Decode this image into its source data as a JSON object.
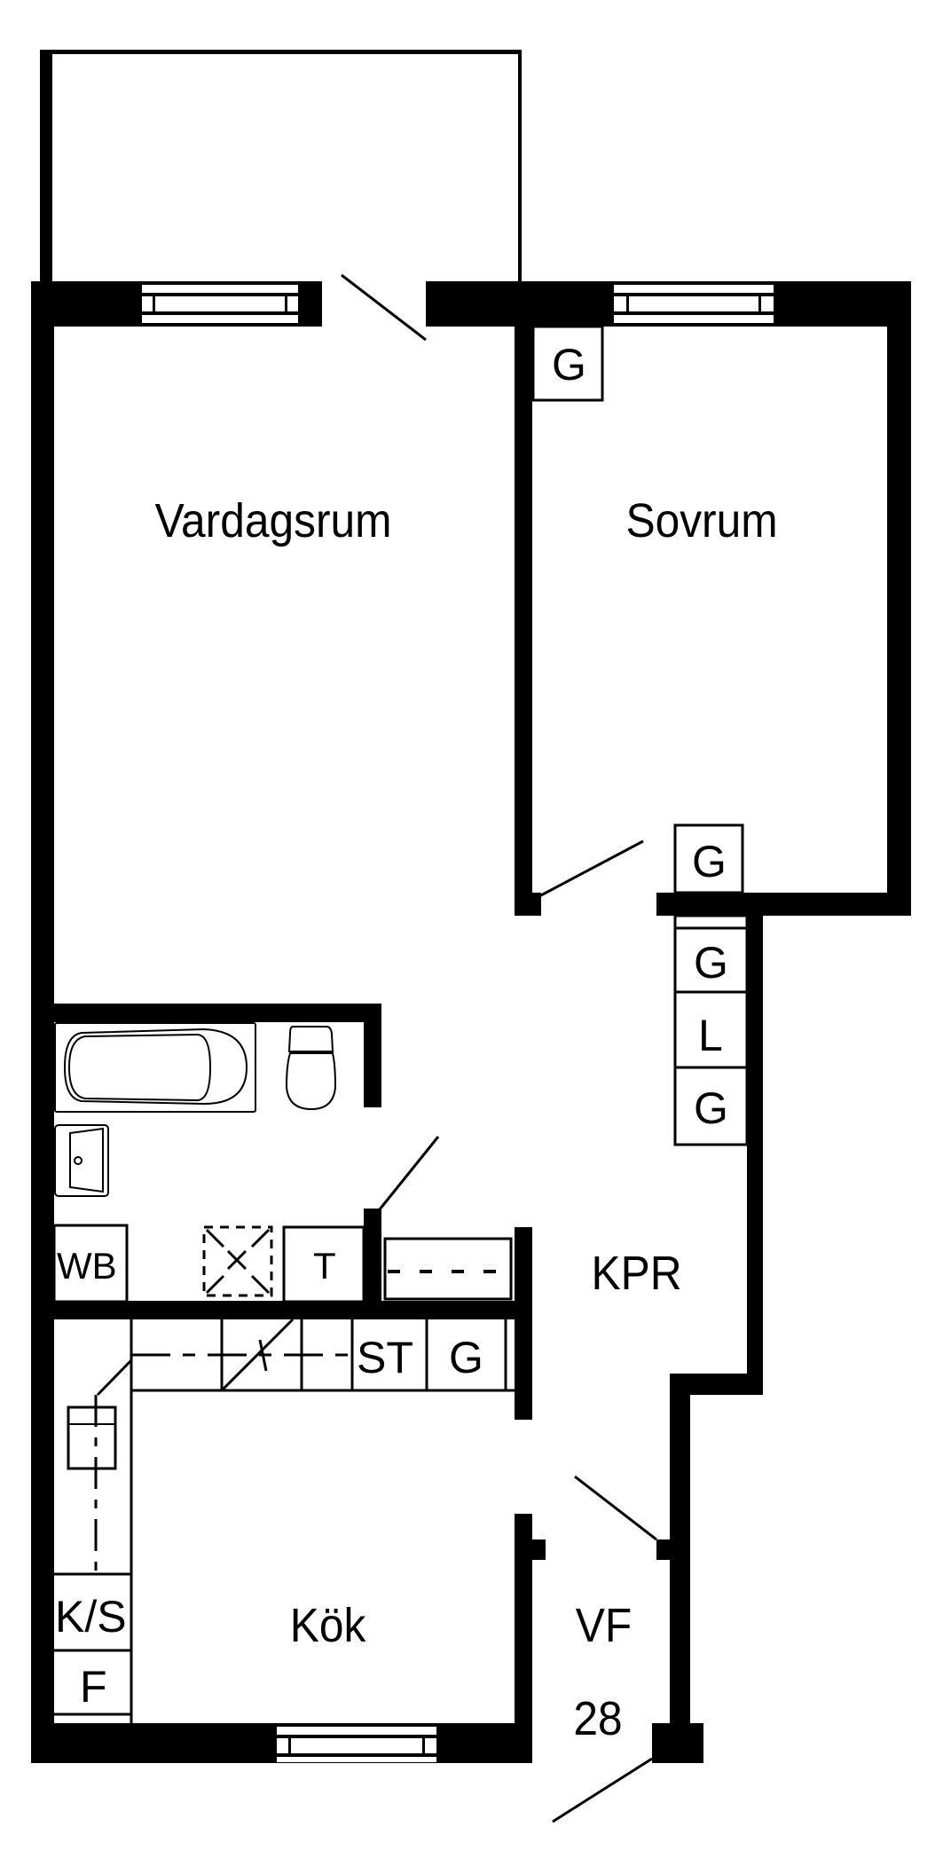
{
  "plan": {
    "rooms": {
      "living_room": "Vardagsrum",
      "bedroom": "Sovrum",
      "hall": "KPR",
      "kitchen": "Kök",
      "entrance": "VF",
      "area": "28"
    },
    "fixtures": {
      "bedroom_closet": "G",
      "bedroom_closet_2": "G",
      "hall_closet_1": "G",
      "hall_linen": "L",
      "hall_closet_2": "G",
      "washer": "WB",
      "dryer": "T",
      "kitchen_stove": "ST",
      "kitchen_closet": "G",
      "fridge_freezer": "K/S",
      "freezer": "F"
    }
  },
  "colors": {
    "wall": "#000000",
    "background": "#ffffff"
  }
}
